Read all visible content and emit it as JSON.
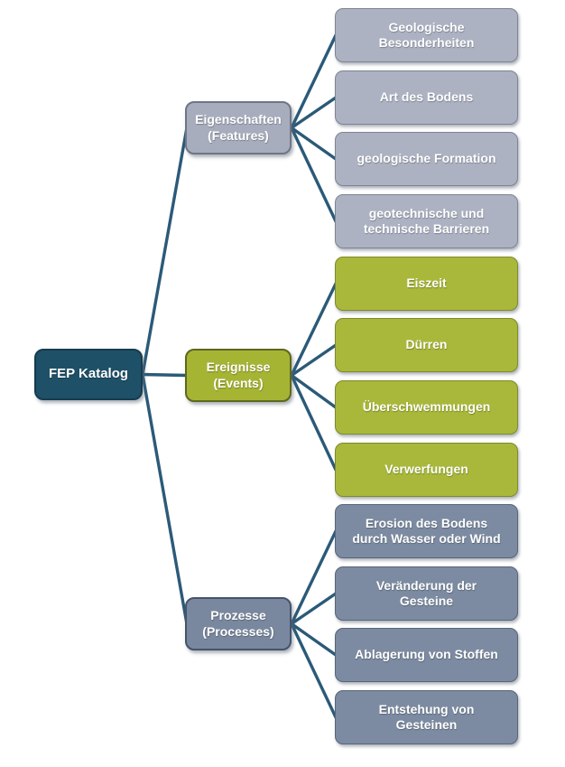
{
  "colors": {
    "connector_line": "#2B5A78",
    "root_fill": "#1E5068",
    "root_border": "#153C50",
    "features_fill": "#ACB2C2",
    "events_fill": "#A9B83A",
    "processes_fill": "#7C8BA1",
    "text": "#FFFFFF",
    "background": "#FFFFFF"
  },
  "diagram": {
    "root": {
      "label": "FEP Katalog"
    },
    "branches": [
      {
        "label": "Eigenschaften\n(Features)",
        "children": [
          {
            "label": "Geologische\nBesonderheiten"
          },
          {
            "label": "Art des Bodens"
          },
          {
            "label": "geologische Formation"
          },
          {
            "label": "geotechnische und\ntechnische Barrieren"
          }
        ]
      },
      {
        "label": "Ereignisse\n(Events)",
        "children": [
          {
            "label": "Eiszeit"
          },
          {
            "label": "Dürren"
          },
          {
            "label": "Überschwemmungen"
          },
          {
            "label": "Verwerfungen"
          }
        ]
      },
      {
        "label": "Prozesse\n(Processes)",
        "children": [
          {
            "label": "Erosion des Bodens\ndurch Wasser oder Wind"
          },
          {
            "label": "Veränderung der\nGesteine"
          },
          {
            "label": "Ablagerung von Stoffen"
          },
          {
            "label": "Entstehung von\nGesteinen"
          }
        ]
      }
    ]
  }
}
